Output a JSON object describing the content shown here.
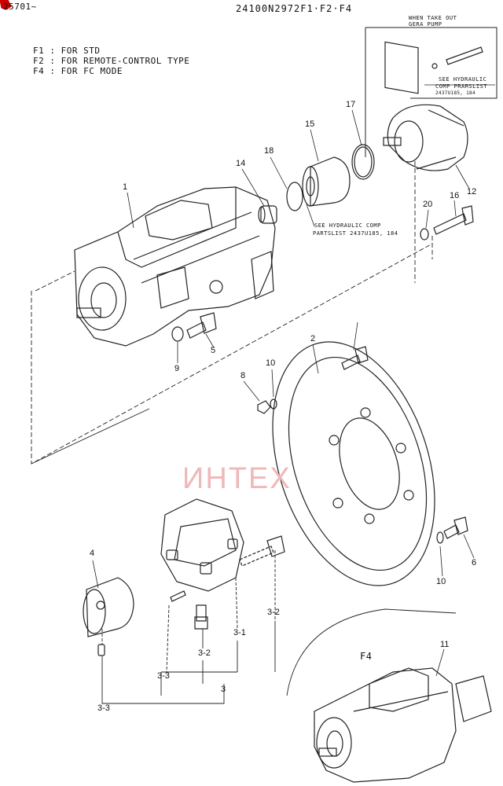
{
  "header": {
    "serial_range": "25701~",
    "part_number": "24100N2972F1·F2·F4"
  },
  "legend": [
    "F1 : FOR STD",
    "F2 : FOR REMOTE-CONTROL TYPE",
    "F4 : FOR FC MODE"
  ],
  "notes": {
    "gear_pump_title_1": "WHEN TAKE OUT",
    "gear_pump_title_2": "GERA PUMP",
    "gear_pump_ref_1": "SEE HYDRAULIC",
    "gear_pump_ref_2": "COMP PRARSLIST",
    "gear_pump_ref_3": "2437U185, 184",
    "hyd_ref_1": "SEE HYDRAULIC COMP",
    "hyd_ref_2": "PARTSLIST 2437U185, 184",
    "variant_label": "F4"
  },
  "watermark": "ИНТЕХ",
  "callouts": {
    "p1": "1",
    "p2": "2",
    "p3": "3",
    "p4": "4",
    "p5": "5",
    "p6": "6",
    "p8": "8",
    "p9": "9",
    "p10a": "10",
    "p10b": "10",
    "p11": "11",
    "p12": "12",
    "p14": "14",
    "p15": "15",
    "p16": "16",
    "p17": "17",
    "p18": "18",
    "p20": "20",
    "p3_1": "3-1",
    "p3_2a": "3-2",
    "p3_2b": "3-2",
    "p3_3a": "3-3",
    "p3_3b": "3-3"
  }
}
